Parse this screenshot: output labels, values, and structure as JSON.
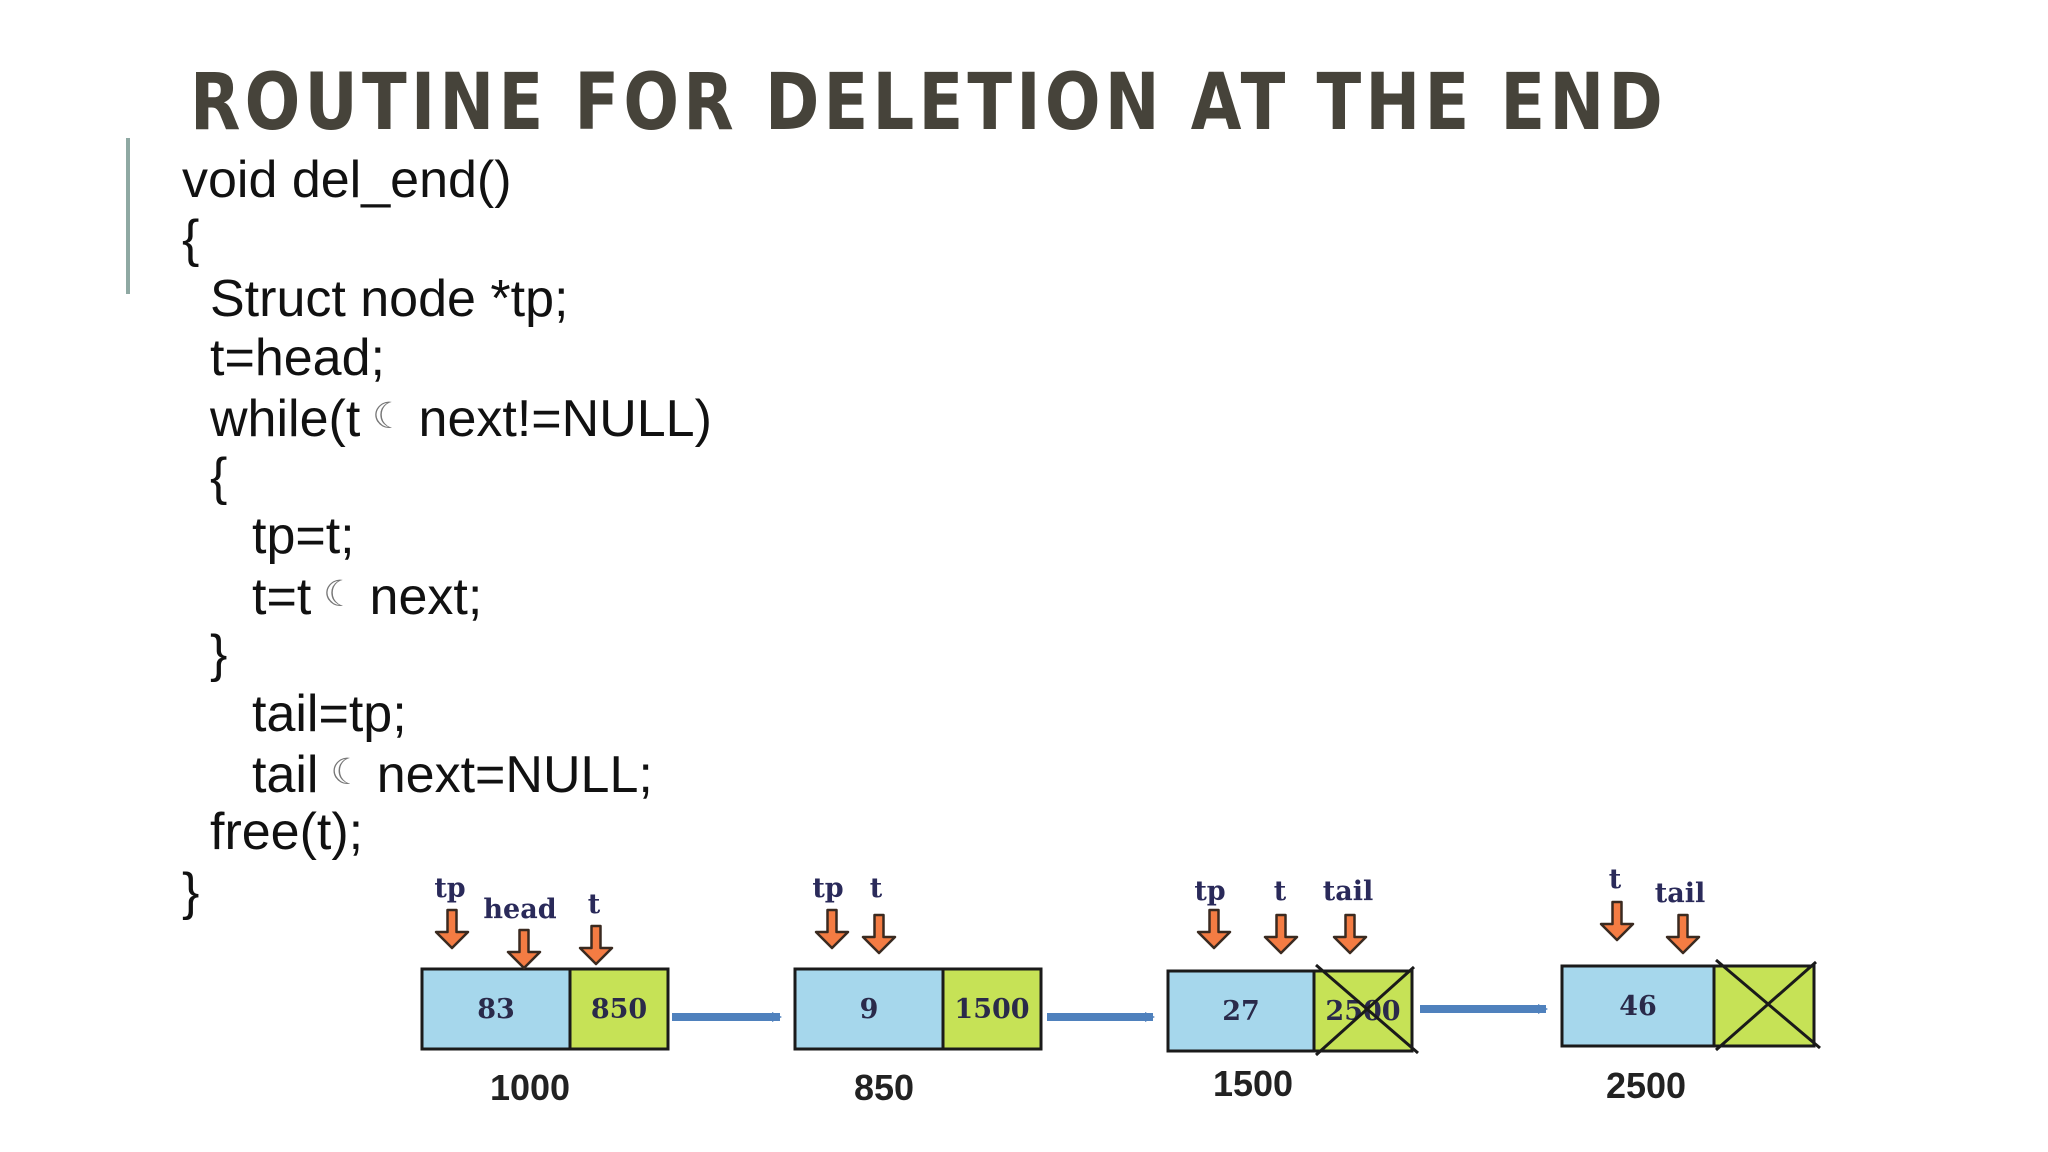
{
  "slide": {
    "title": "ROUTINE FOR DELETION AT THE END"
  },
  "colors": {
    "title": "#46433a",
    "accent_bar": "#8fa9a3",
    "data_cell": "#a6d7ec",
    "next_cell": "#c6e256",
    "arrow_body": "#f47c43",
    "link_arrow": "#4f81bd"
  },
  "code": {
    "lines": [
      {
        "pre": "void del_end()",
        "post": ""
      },
      {
        "pre": "{",
        "post": ""
      },
      {
        "pre": "Struct node *tp;",
        "post": ""
      },
      {
        "pre": "t=head;",
        "post": ""
      },
      {
        "pre": "while(t",
        "arrow": "☾",
        "post": "next!=NULL)"
      },
      {
        "pre": "{",
        "post": ""
      },
      {
        "pre": "tp=t;",
        "post": ""
      },
      {
        "pre": "t=t",
        "arrow": "☾",
        "post": "next;"
      },
      {
        "pre": "}",
        "post": ""
      },
      {
        "pre": "tail=tp;",
        "post": ""
      },
      {
        "pre": "tail",
        "arrow": "☾",
        "post": "next=NULL;"
      },
      {
        "pre": "free(t);",
        "post": ""
      },
      {
        "pre": "}",
        "post": ""
      }
    ]
  },
  "diagram": {
    "nodes": [
      {
        "data": "83",
        "next": "850",
        "address": "1000",
        "next_crossed": false,
        "pointers": [
          "tp",
          "head",
          "t"
        ]
      },
      {
        "data": "9",
        "next": "1500",
        "address": "850",
        "next_crossed": false,
        "pointers": [
          "tp",
          "t"
        ]
      },
      {
        "data": "27",
        "next": "2500",
        "address": "1500",
        "next_crossed": true,
        "pointers": [
          "tp",
          "t",
          "tail"
        ]
      },
      {
        "data": "46",
        "next": "",
        "address": "2500",
        "next_crossed": true,
        "pointers": [
          "t",
          "tail"
        ]
      }
    ]
  }
}
